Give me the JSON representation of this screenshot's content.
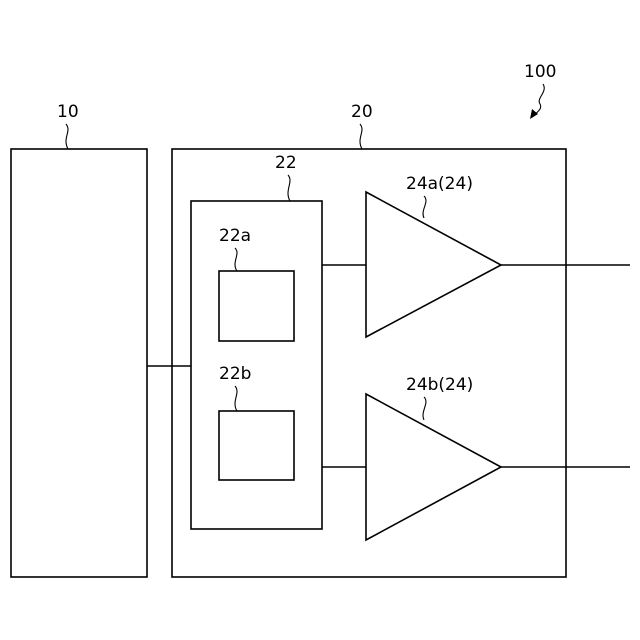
{
  "labels": {
    "system": "100",
    "block_10": "10",
    "block_20": "20",
    "block_22": "22",
    "block_22a": "22a",
    "block_22b": "22b",
    "amp_24a": "24a(24)",
    "amp_24b": "24b(24)"
  }
}
